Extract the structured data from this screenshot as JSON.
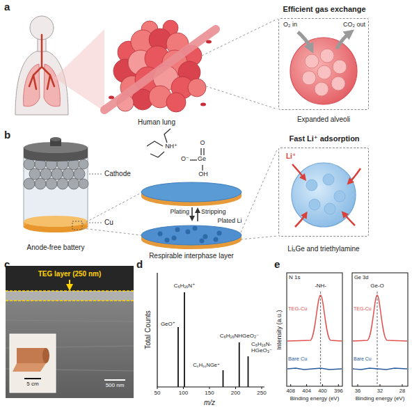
{
  "diagram": {
    "nodes": [
      {
        "text": [
          "Efficient gas exchange",
          "O₂ in",
          "CO₂ out"
        ]
      },
      {
        "text": [
          "Fast Li⁺ adsorption",
          "Li⁺"
        ]
      }
    ],
    "labels": [
      "a",
      "Human lung",
      "Expanded alveoli",
      "b",
      "Cathode",
      "Cu",
      "Anode-free battery",
      "NH⁺",
      "O⁻",
      "Ge",
      "O",
      "OH",
      "Plating",
      "Stripping",
      "Plated Li",
      "Respirable interphase layer",
      "LiₓGe and triethylamine",
      "c",
      "TEG layer (250 nm)",
      "5 cm",
      "500 nm",
      "d",
      "Total Counts",
      "GeO⁺",
      "C₆H₁₆N⁺",
      "C₆H₁₆NGe⁺",
      "C₆H₁₆NHGeO₂⁻",
      "C₆H₁₆N- HGeO₃⁻",
      "50",
      "100",
      "150",
      "200",
      "250",
      "m/z",
      "e",
      "N 1s",
      "Ge 3d",
      "-NH-",
      "Ge-O",
      "TEG-Cu",
      "Bare Cu",
      "TEG-Cu",
      "Bare Cu",
      "Intensity (a.u.)",
      "408",
      "404",
      "400",
      "396",
      "36",
      "32",
      "28",
      "Binding energy (eV)",
      "Binding energy (eV)"
    ]
  }
}
